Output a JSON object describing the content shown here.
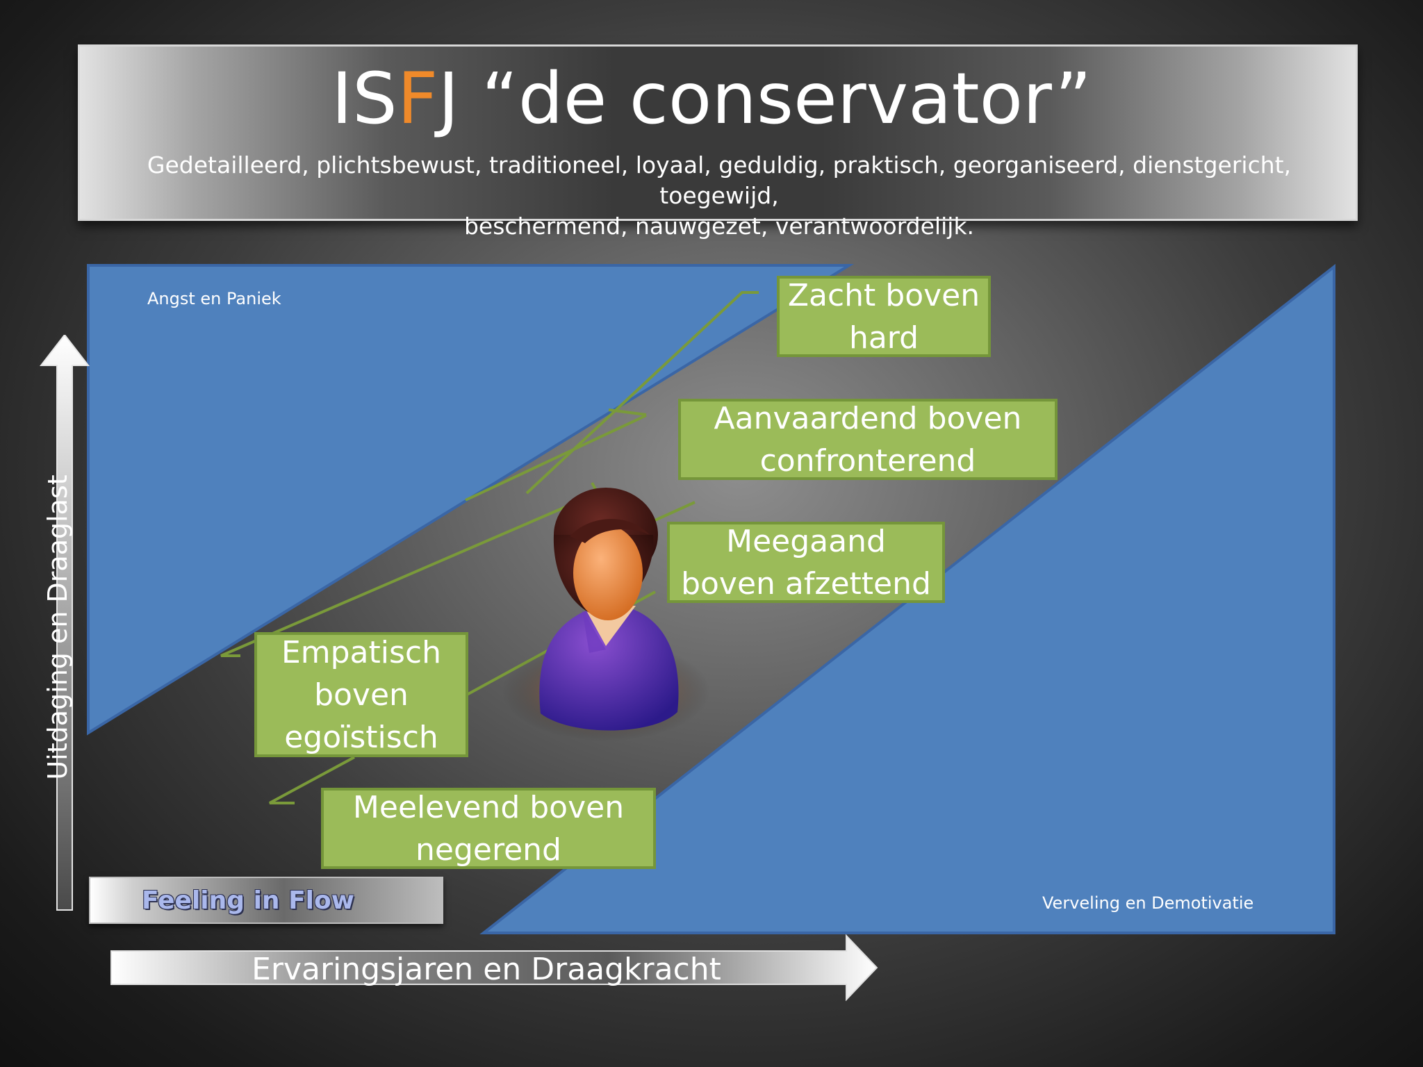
{
  "title": {
    "part1": "IS",
    "accent": "F",
    "part2": "J “de conservator”"
  },
  "subtitle_lines": [
    "Gedetailleerd, plichtsbewust, traditioneel, loyaal,  geduldig, praktisch, georganiseerd, dienstgericht, toegewijd,",
    "beschermend, nauwgezet, verantwoordelijk."
  ],
  "zones": {
    "top_left": "Angst en Paniek",
    "bottom_right": "Verveling en Demotivatie"
  },
  "axes": {
    "y": "Uitdaging  en Draaglast",
    "x": "Ervaringsjaren en Draagkracht"
  },
  "flow_label": "Feeling in Flow",
  "traits": [
    {
      "lines": [
        "Zacht boven",
        "hard"
      ]
    },
    {
      "lines": [
        "Aanvaardend boven",
        "confronterend"
      ]
    },
    {
      "lines": [
        "Meegaand",
        "boven afzettend"
      ]
    },
    {
      "lines": [
        "Empatisch",
        "boven",
        "egoïstisch"
      ]
    },
    {
      "lines": [
        "Meelevend boven",
        "negerend"
      ]
    }
  ],
  "colors": {
    "zone_fill": "#4f81bd",
    "trait_fill": "#9bbb59",
    "trait_border": "#75963a",
    "accent": "#f08a2a",
    "connector": "#7a9a3a"
  },
  "icons": [
    "person-icon"
  ]
}
